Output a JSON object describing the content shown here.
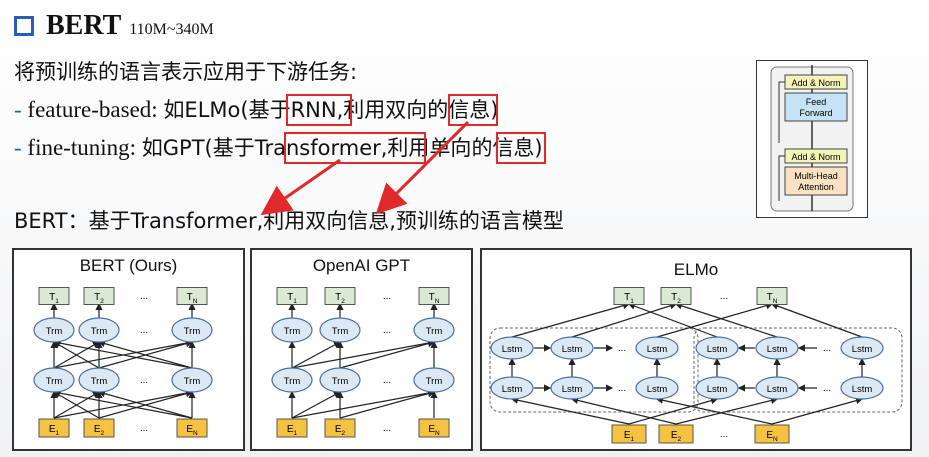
{
  "header": {
    "title": "BERT",
    "subtitle": "110M~340M"
  },
  "lines": {
    "intro": "将预训练的语言表示应用于下游任务:",
    "fb_prefix": "- ",
    "fb_lat": "feature-based: ",
    "fb_ru": "如ELMo(",
    "fb_boxed1": "基于RNN",
    "fb_mid": ",利用",
    "fb_boxed2": "双向",
    "fb_end": "的信息)",
    "ft_prefix": "- ",
    "ft_lat": "fine-tuning: ",
    "ft_ru": "如GPT(",
    "ft_boxed1": "基于Transformer",
    "ft_mid": ",利用",
    "ft_boxed2": "单向",
    "ft_end": "的信息)",
    "bert_line": "BERT：基于Transformer,利用双向信息,预训练的语言模型"
  },
  "transformer_block": {
    "add_norm_top": "Add & Norm",
    "feed_forward_1": "Feed",
    "feed_forward_2": "Forward",
    "add_norm_bottom": "Add & Norm",
    "attention_1": "Multi-Head",
    "attention_2": "Attention"
  },
  "panels": {
    "bert": {
      "title": "BERT (Ours)"
    },
    "gpt": {
      "title": "OpenAI GPT"
    },
    "elmo": {
      "title": "ELMo"
    }
  },
  "nodes": {
    "out": [
      "T1",
      "T2",
      "...",
      "TN"
    ],
    "inp": [
      "E1",
      "E2",
      "...",
      "EN"
    ],
    "trm": "Trm",
    "lstm": "Lstm",
    "dots": "..."
  },
  "colors": {
    "accent_blue": "#2a5db8",
    "highlight_red": "#e02a2a",
    "node_fill": "#dde8f5",
    "output_fill": "#d9e9d3",
    "input_fill": "#f5c242",
    "ff_fill": "#c6e2f5",
    "attn_fill": "#fbe2c2",
    "addnorm_fill": "#f4f4b8"
  }
}
